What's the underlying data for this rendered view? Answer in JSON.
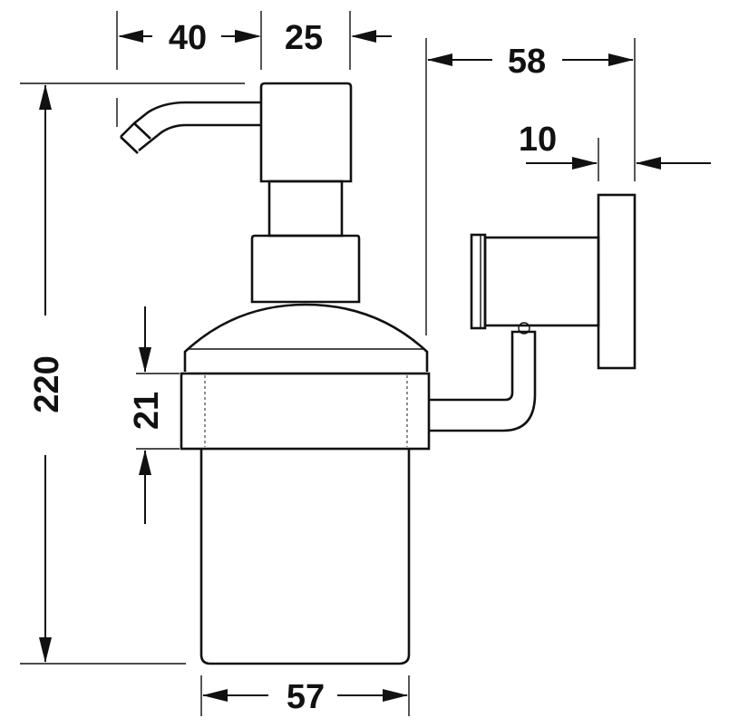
{
  "dimensions": {
    "spout_reach": "40",
    "pump_head_width": "25",
    "wall_projection": "58",
    "wall_plate_thickness": "10",
    "total_height": "220",
    "holder_ring_height": "21",
    "container_width": "57"
  },
  "colors": {
    "line": "#111111",
    "background": "#ffffff"
  }
}
